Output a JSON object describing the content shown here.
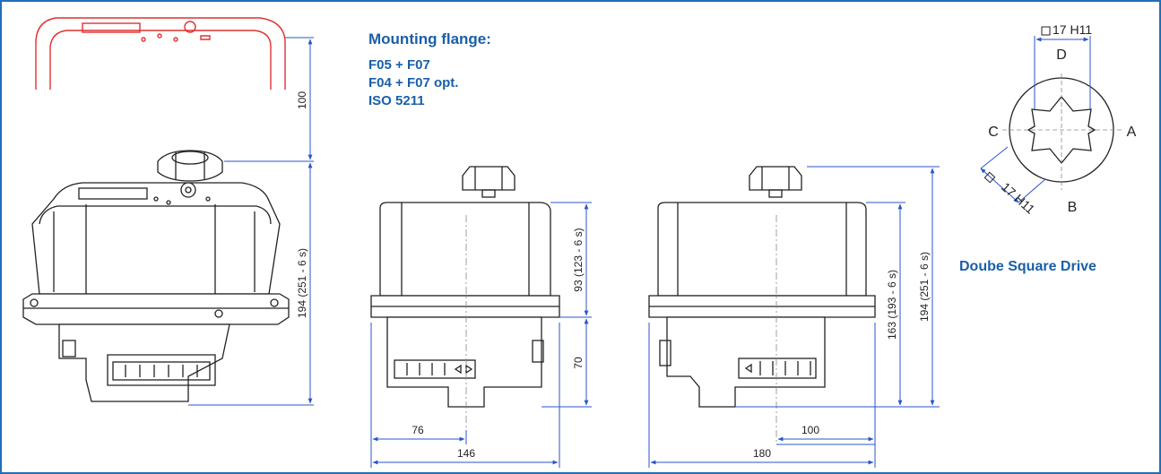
{
  "mounting_flange": {
    "title": "Mounting flange:",
    "lines": [
      "F05 + F07",
      "F04 + F07 opt.",
      "ISO 5211"
    ]
  },
  "square_drive": {
    "caption": "Doube Square Drive",
    "top_dim": "17 H11",
    "diag_dim": "17 H11",
    "label_a": "A",
    "label_b": "B",
    "label_c": "C",
    "label_d": "D"
  },
  "dimensions": {
    "iso_cover_height": "100",
    "iso_total_height": "194 (251 - 6 s)",
    "front_upper_height": "93 (123 - 6 s)",
    "front_lower_height": "70",
    "front_half_width": "76",
    "front_width": "146",
    "side_height": "163 (193 - 6 s)",
    "side_total_height": "194 (251 - 6 s)",
    "side_offset": "100",
    "side_width": "180"
  },
  "colors": {
    "frame": "#1f6fb8",
    "text_blue": "#1a5fa8",
    "dimension": "#2a55c8",
    "cover_red": "#e03030",
    "line": "#222222"
  }
}
